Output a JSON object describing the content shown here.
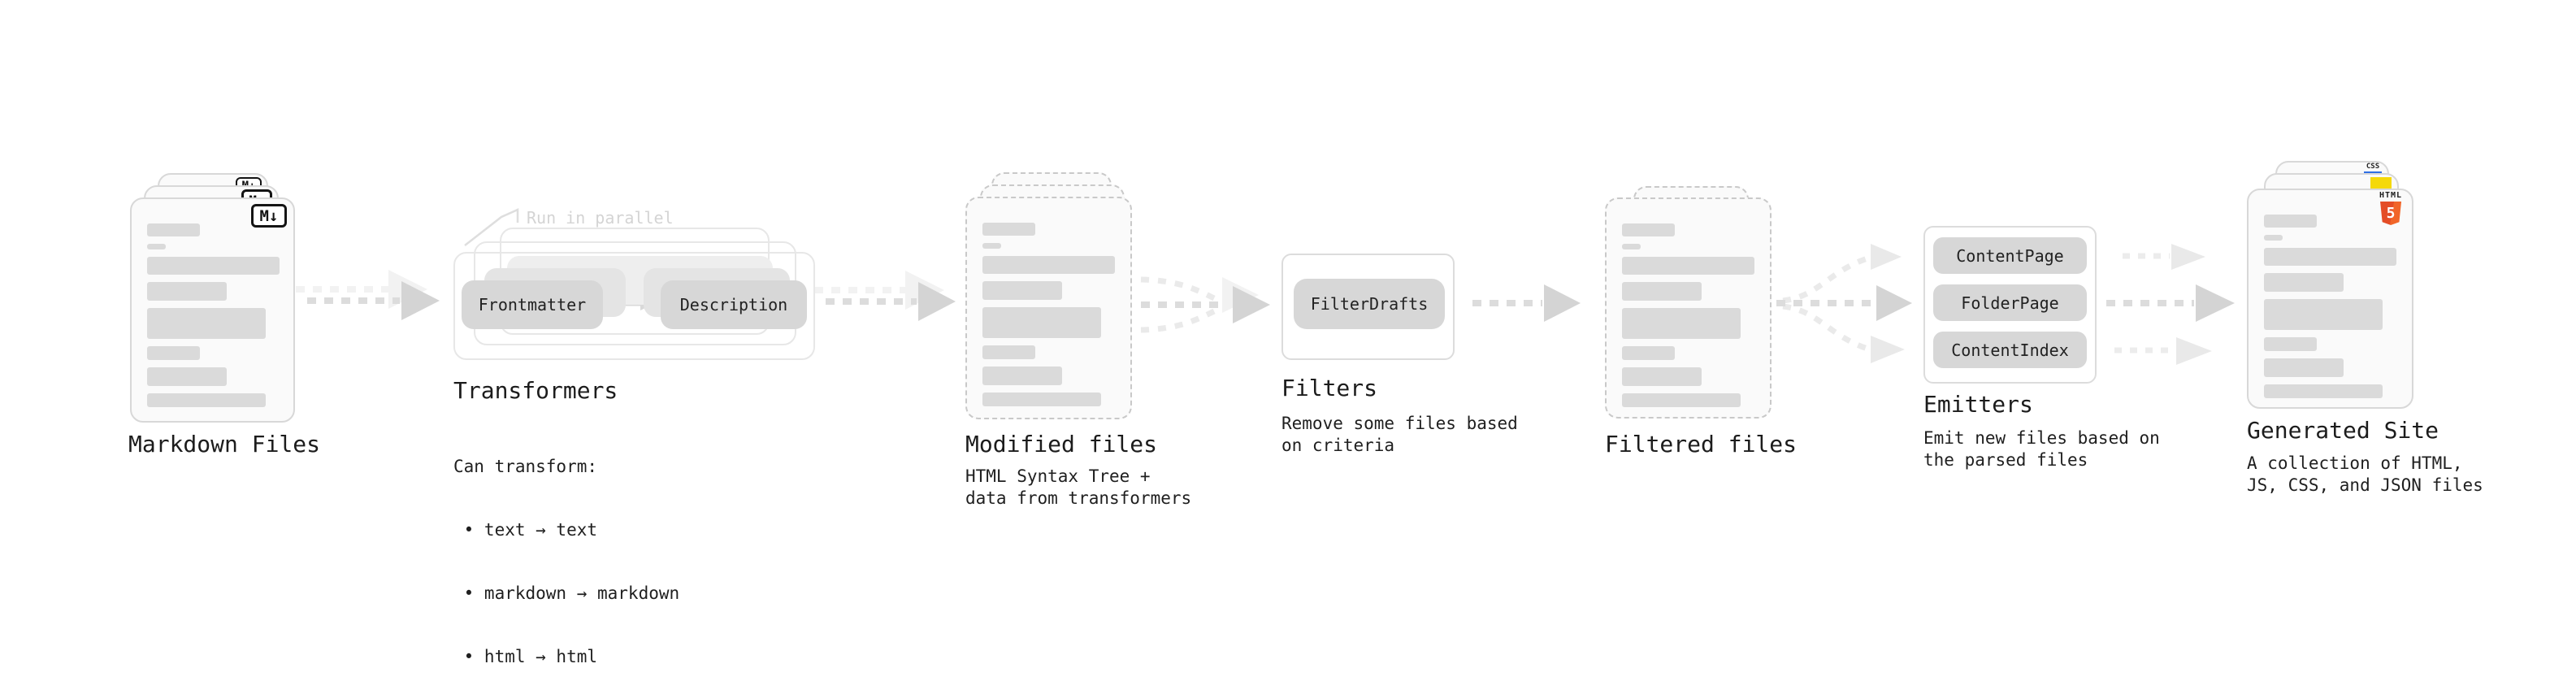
{
  "palette": {
    "background": "#ffffff",
    "card_bg": "#fafafa",
    "card_border": "#d8d8d8",
    "dashed_border": "#c9c9c9",
    "skeleton_bar": "#dadada",
    "pill_bg": "#d7d7d7",
    "arrow_dark": "#d4d4d4",
    "arrow_light": "#e9e9e9",
    "text": "#1c1c1c",
    "note_text": "#d4d4d4",
    "html5_orange": "#e44d26",
    "js_yellow": "#f5d90a",
    "css_blue": "#2f6fe4"
  },
  "flow": {
    "markdown_files": {
      "label": "Markdown Files",
      "badge": "M↓"
    },
    "transformers": {
      "label": "Transformers",
      "note": "Run in parallel",
      "pills": [
        "Frontmatter",
        "Description"
      ],
      "body_title": "Can transform:",
      "bullets": [
        " • text → text",
        " • markdown → markdown",
        " • html → html"
      ]
    },
    "modified_files": {
      "label": "Modified files",
      "desc": [
        "HTML Syntax Tree +",
        "data from transformers"
      ]
    },
    "filters": {
      "label": "Filters",
      "pills": [
        "FilterDrafts"
      ],
      "desc": [
        "Remove some files based",
        "on criteria"
      ]
    },
    "filtered_files": {
      "label": "Filtered files"
    },
    "emitters": {
      "label": "Emitters",
      "pills": [
        "ContentPage",
        "FolderPage",
        "ContentIndex"
      ],
      "desc": [
        "Emit new files based on",
        "the parsed files"
      ]
    },
    "generated_site": {
      "label": "Generated Site",
      "desc": [
        "A collection of HTML,",
        "JS, CSS, and JSON files"
      ],
      "badges": {
        "css_label": "CSS",
        "html_label": "HTML",
        "html_digit": "5"
      }
    }
  }
}
